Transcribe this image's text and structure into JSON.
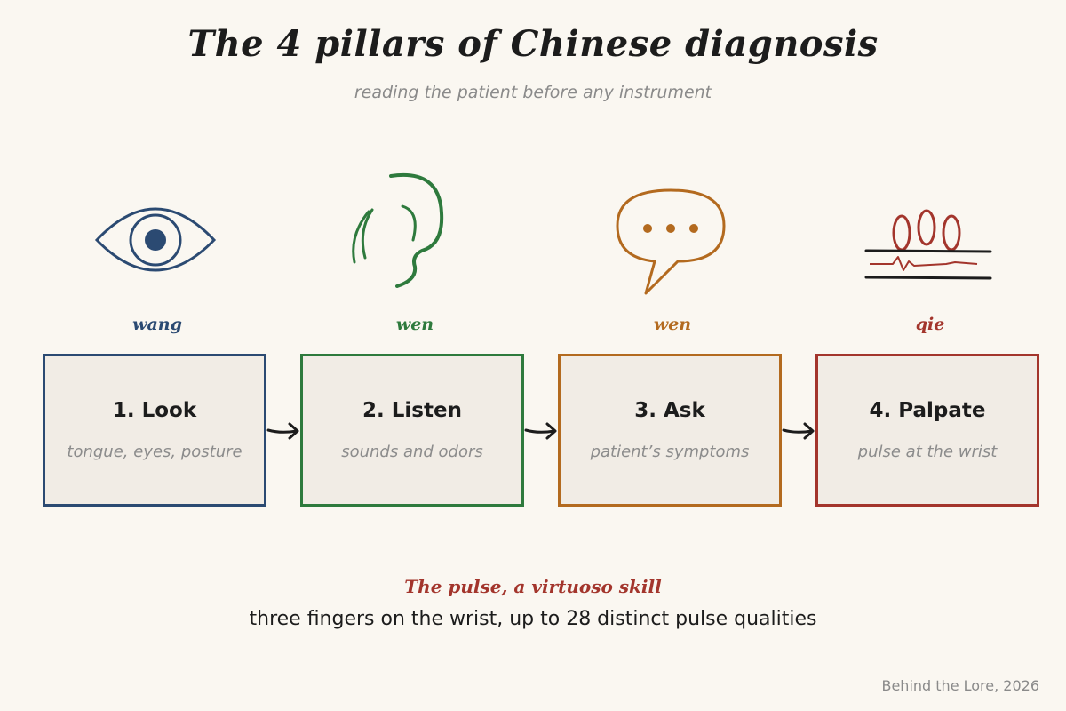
{
  "title": "The 4 pillars of Chinese diagnosis",
  "subtitle": "reading the patient before any instrument",
  "colors": {
    "background": "#faf7f1",
    "box_fill": "#f1ece5",
    "look": "#2b4a72",
    "listen": "#2e7a3d",
    "ask": "#b36a1f",
    "palpate": "#a3352c",
    "arrow": "#1c1c1c"
  },
  "pillars": [
    {
      "romaji": "wang",
      "title": "1. Look",
      "description": "tongue, eyes, posture",
      "icon": "eye-icon"
    },
    {
      "romaji": "wen",
      "title": "2. Listen",
      "description": "sounds and odors",
      "icon": "ear-icon"
    },
    {
      "romaji": "wen",
      "title": "3. Ask",
      "description": "patient’s symptoms",
      "icon": "speech-bubble-icon"
    },
    {
      "romaji": "qie",
      "title": "4. Palpate",
      "description": "pulse at the wrist",
      "icon": "pulse-fingers-icon"
    }
  ],
  "footnote": {
    "title": "The pulse, a virtuoso skill",
    "text": "three fingers on the wrist, up to 28 distinct pulse qualities"
  },
  "credit": "Behind the Lore, 2026"
}
